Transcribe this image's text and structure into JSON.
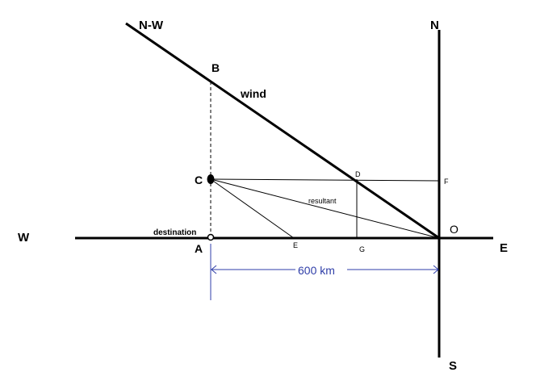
{
  "compass": {
    "north": "N",
    "south": "S",
    "east": "E",
    "west": "W",
    "northwest": "N-W"
  },
  "points": {
    "a": "A",
    "b": "B",
    "c": "C",
    "d": "D",
    "e": "E",
    "f": "F",
    "g": "G",
    "o": "O"
  },
  "annotations": {
    "wind": "wind",
    "resultant": "resultant",
    "destination": "destination",
    "distance": "600 km"
  },
  "colors": {
    "line": "#000000",
    "dimension": "#2f3ea8"
  }
}
